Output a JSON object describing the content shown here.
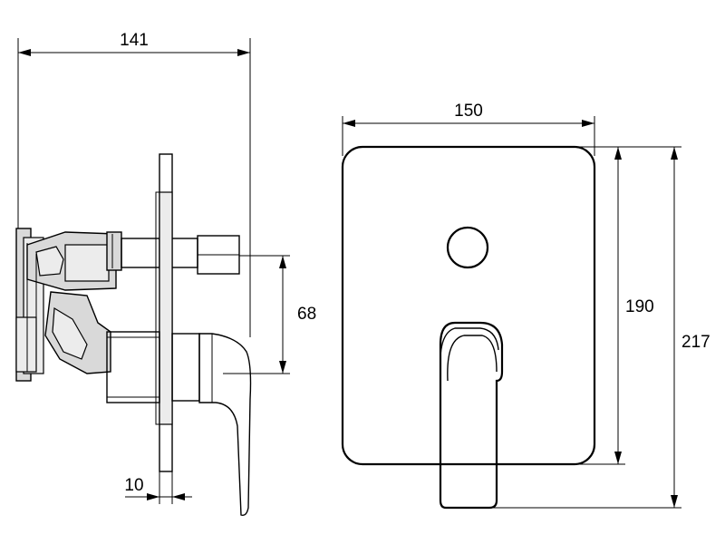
{
  "dimensions": {
    "side_width": "141",
    "front_width": "150",
    "front_plate_height": "190",
    "front_total_height": "217",
    "side_spacing": "68",
    "side_plate_thickness": "10"
  }
}
